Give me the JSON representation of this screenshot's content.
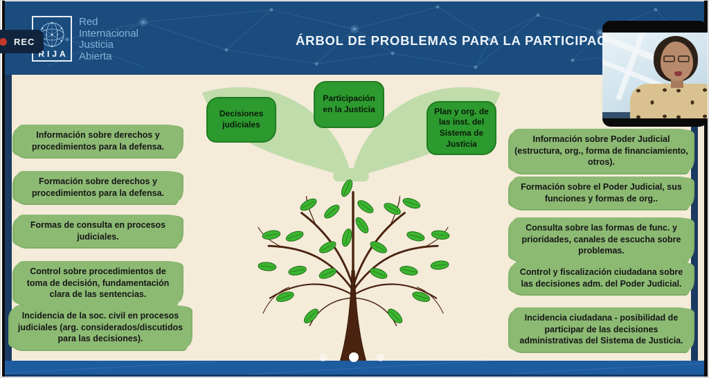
{
  "recording": {
    "label": "REC"
  },
  "header": {
    "title": "ÁRBOL DE PROBLEMAS PARA LA PARTICIPACIÓN",
    "logo_acronym": "RIJA",
    "logo_lines": [
      "Red",
      "Internacional",
      "Justicia",
      "Abierta"
    ]
  },
  "diagram": {
    "branch_boxes": [
      "Decisiones judiciales",
      "Participación en la Justicia",
      "Plan y org. de las inst. del Sistema de Justicia"
    ],
    "left_items": [
      "Información sobre derechos y procedimientos para la defensa.",
      "Formación sobre derechos y procedimientos para la defensa.",
      "Formas de consulta en procesos judiciales.",
      "Control sobre procedimientos de toma de decisión, fundamentación clara de las sentencias.",
      "Incidencia de la soc. civil en procesos judiciales (arg. considerados/discutidos para las decisiones)."
    ],
    "right_items": [
      "Información sobre Poder Judicial (estructura, org., forma de financiamiento, otros).",
      "Formación sobre el Poder Judicial, sus funciones y formas de org..",
      "Consulta sobre las formas de func. y prioridades, canales de escucha sobre problemas.",
      "Control y fiscalización ciudadana sobre las decisiones adm. del Poder Judicial.",
      "Incidencia ciudadana - posibilidad de participar de las decisiones administrativas del Sistema de Justicia."
    ]
  },
  "pagination": {
    "dot_count": 3
  },
  "icons": {
    "rec_dot": "red-circle",
    "logo_globe": "dotted-network-globe"
  },
  "colors": {
    "header_navy": "#1a4c7e",
    "slide_cream": "#f4ebd9",
    "highlight_green": "#8cba73",
    "branch_box_green": "#2c9a2e",
    "pale_leaf_green": "#c0dcab",
    "trunk_brown": "#4a2310",
    "leaf_green": "#3cb531",
    "bottom_bar_blue": "#1e5ca0",
    "rec_red": "#c23a2c"
  }
}
